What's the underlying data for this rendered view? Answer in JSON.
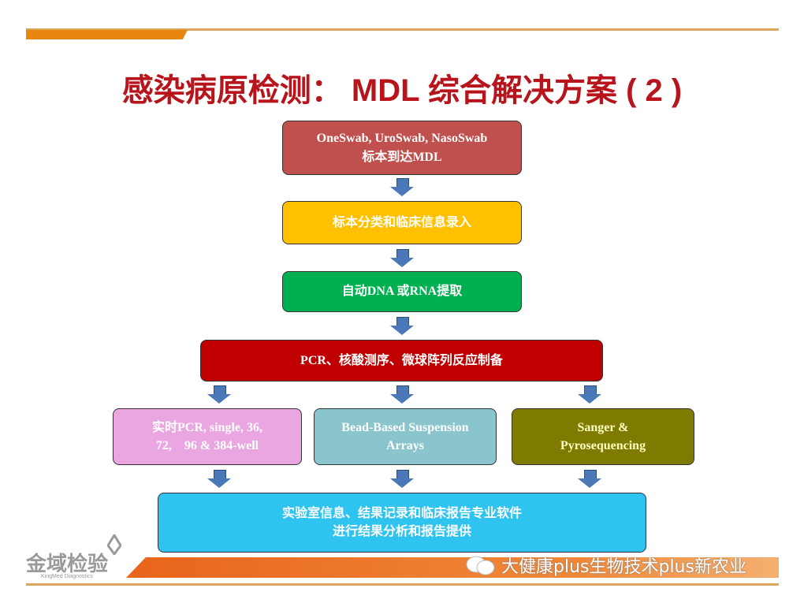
{
  "title": "感染病原检测： MDL 综合解决方案 ( 2 )",
  "steps": {
    "s1_line1": "OneSwab, UroSwab, NasoSwab",
    "s1_line2": "标本到达MDL",
    "s2": "标本分类和临床信息录入",
    "s3": "自动DNA 或RNA提取",
    "s4": "PCR、核酸测序、微球阵列反应制备",
    "b1_line1": "实时PCR, single, 36,",
    "b1_line2": "72,    96 & 384-well",
    "b2_line1": "Bead-Based Suspension",
    "b2_line2": "Arrays",
    "b3_line1": "Sanger &",
    "b3_line2": "Pyrosequencing",
    "s5_line1": "实验室信息、结果记录和临床报告专业软件",
    "s5_line2": "进行结果分析和报告提供"
  },
  "colors": {
    "s1": "#c0504d",
    "s2": "#ffc000",
    "s3": "#00b050",
    "s4": "#c00000",
    "b1": "#e9a6e0",
    "b2": "#8ac4cc",
    "b3": "#7f7a00",
    "s5": "#2fc3f0"
  },
  "logo": {
    "name": "金域检验",
    "sub": "KingMed Diagnostics"
  },
  "watermark": "大健康plus生物技术plus新农业"
}
